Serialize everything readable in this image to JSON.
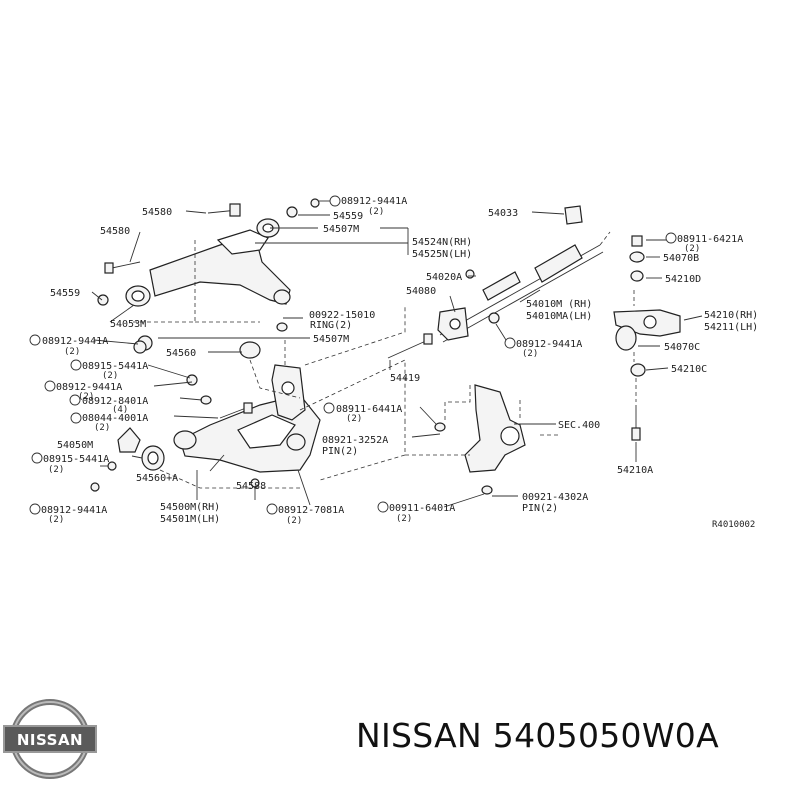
{
  "brand": {
    "logo_text": "NISSAN",
    "part_number": "NISSAN 5405050W0A"
  },
  "diagram": {
    "ref_code": "R4010002",
    "labels": {
      "l54580a": "54580",
      "l54580b": "54580",
      "l54559a": "54559",
      "l54559b": "54559",
      "l08912_9441a_top": "08912-9441A",
      "l2_top": "(2)",
      "l54507m_top": "54507M",
      "l54524n": "54524N(RH)",
      "l54525n": "54525N(LH)",
      "l54053m": "54053M",
      "l00922": "00922-15010",
      "lring": "RING(2)",
      "l54507m_mid": "54507M",
      "l08912_9441a_l1": "08912-9441A",
      "l2_l1": "(2)",
      "l54560": "54560",
      "l08915_5441a_l1": "08915-5441A",
      "l2_l2": "(2)",
      "l08912_9441a_l2": "08912-9441A",
      "l2_l3": "(2)",
      "l08912_8401a": "08912-8401A",
      "l4_l1": "(4)",
      "l08044": "08044-4001A",
      "l2_l4": "(2)",
      "l54050m": "54050M",
      "l08915_5441a_l2": "08915-5441A",
      "l2_l5": "(2)",
      "l54560a": "54560+A",
      "l08912_9441a_l3": "08912-9441A",
      "l2_l6": "(2)",
      "l54500m": "54500M(RH)",
      "l54501m": "54501M(LH)",
      "l54588": "54588",
      "l08912_7081a": "08912-7081A",
      "l2_l7": "(2)",
      "l54033": "54033",
      "l54020a": "54020A",
      "l54080": "54080",
      "l54010m": "54010M (RH)",
      "l54010ma": "54010MA(LH)",
      "l08912_9441a_r": "08912-9441A",
      "l2_r": "(2)",
      "l54419": "54419",
      "l08911_6441a": "08911-6441A",
      "l2_c1": "(2)",
      "l08921": "08921-3252A",
      "lpin2a": "PIN(2)",
      "lsec400": "SEC.400",
      "l08911_6401a": "00911-6401A",
      "l2_c2": "(2)",
      "l00921": "00921-4302A",
      "lpin2b": "PIN(2)",
      "l08911_6421a": "08911-6421A",
      "l2_rr": "(2)",
      "l54070b": "54070B",
      "l54210d": "54210D",
      "l54210rh": "54210(RH)",
      "l54211lh": "54211(LH)",
      "l54070c": "54070C",
      "l54210c": "54210C",
      "l54210a": "54210A"
    }
  }
}
